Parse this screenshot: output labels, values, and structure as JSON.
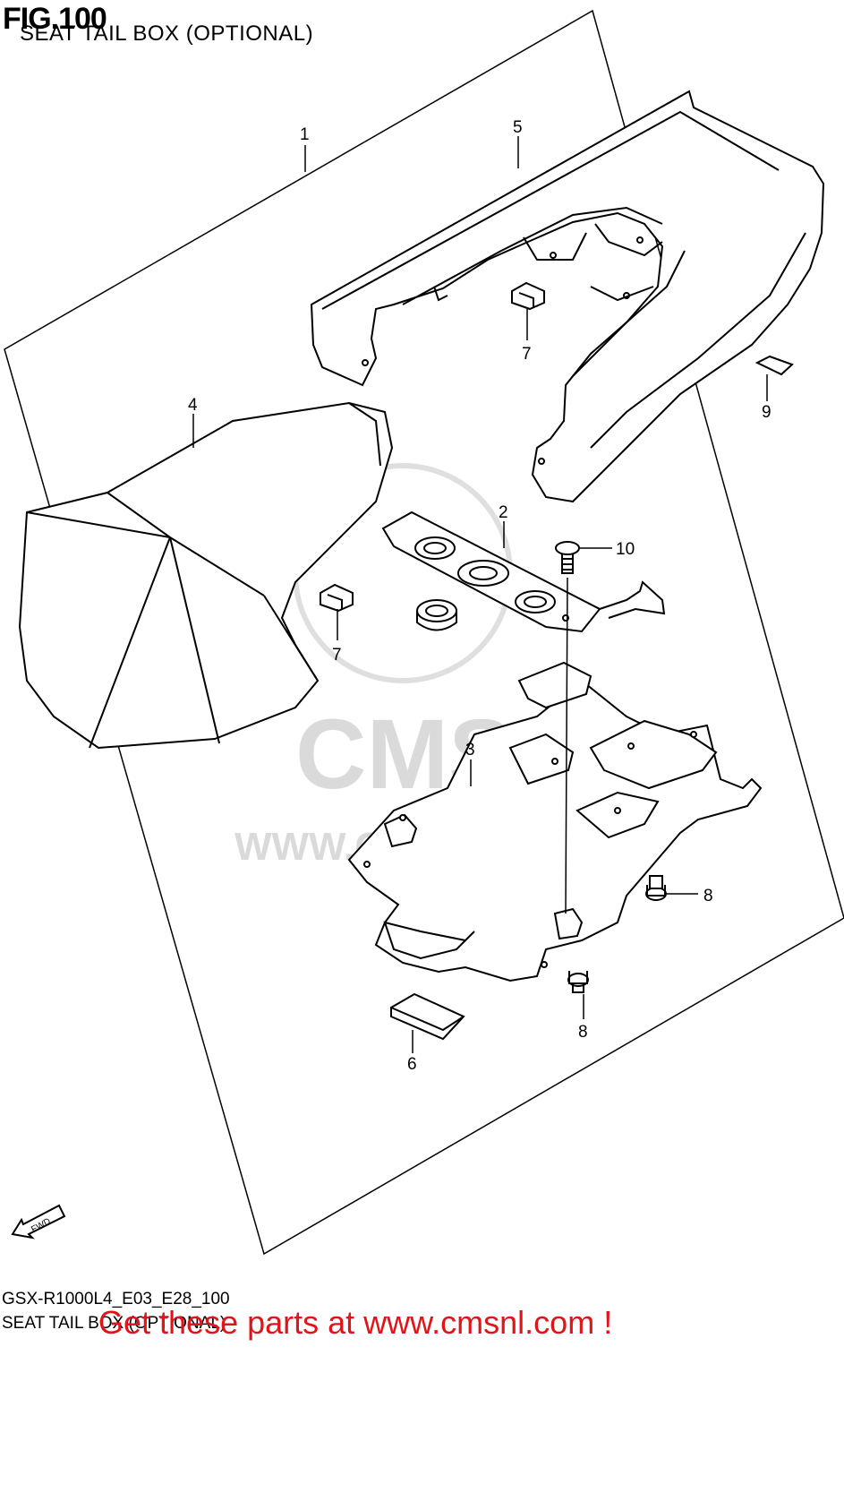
{
  "figure": {
    "number": "FIG.100",
    "title": "SEAT TAIL BOX (OPTIONAL)"
  },
  "callouts": [
    "1",
    "2",
    "3",
    "4",
    "5",
    "6",
    "7",
    "7",
    "8",
    "8",
    "9",
    "10"
  ],
  "fwd_label": "FWD",
  "watermark": {
    "brand": "CMS",
    "url": "WWW.CMSNL.COM"
  },
  "footer": {
    "code": "GSX-R1000L4_E03_E28_100",
    "name": "SEAT TAIL BOX (OPTIONAL)",
    "cta": "Get these parts at www.cmsnl.com !"
  },
  "colors": {
    "cta": "#e0151a",
    "line": "#000000",
    "watermark": "#d6d6d6"
  }
}
